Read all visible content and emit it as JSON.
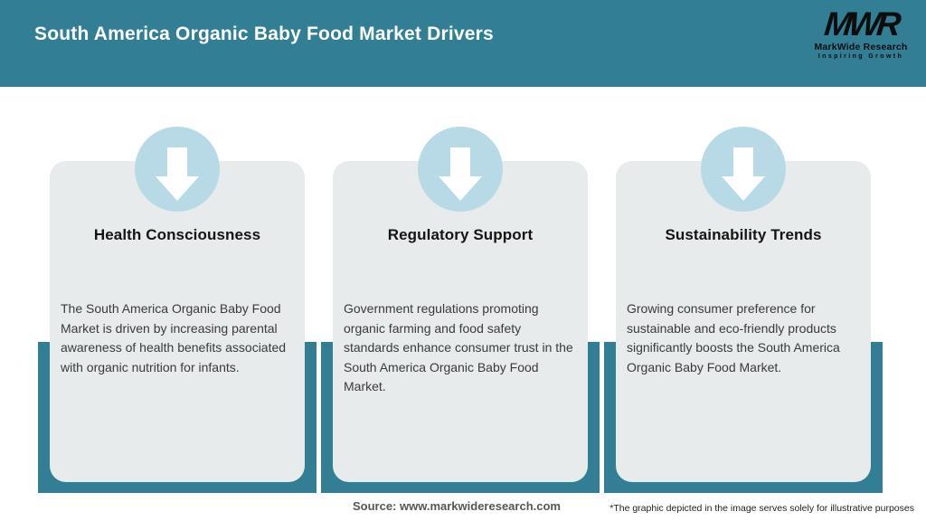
{
  "header": {
    "title": "South America Organic Baby Food Market Drivers",
    "bg_color": "#327E95"
  },
  "logo": {
    "acronym": "MWR",
    "name": "MarkWide Research",
    "tagline": "Inspiring Growth"
  },
  "cards": [
    {
      "title": "Health Consciousness",
      "body": "The South America Organic Baby Food Market is driven by increasing parental awareness of health benefits associated with organic nutrition for infants.",
      "icon": "down-arrow-icon"
    },
    {
      "title": "Regulatory Support",
      "body": "Government regulations promoting organic farming and food safety standards enhance consumer trust in the South America Organic Baby Food Market.",
      "icon": "down-arrow-icon"
    },
    {
      "title": "Sustainability Trends",
      "body": "Growing consumer preference for sustainable and eco-friendly products significantly boosts the South America Organic Baby Food Market.",
      "icon": "down-arrow-icon"
    }
  ],
  "footer": {
    "source": "Source: www.markwideresearch.com",
    "disclaimer": "*The graphic depicted in the image serves solely for illustrative purposes"
  },
  "colors": {
    "accent_teal": "#327E95",
    "icon_circle_blue": "#B8DAE6",
    "card_background": "#E8EBEB",
    "arrow_white": "#FFFFFF"
  }
}
